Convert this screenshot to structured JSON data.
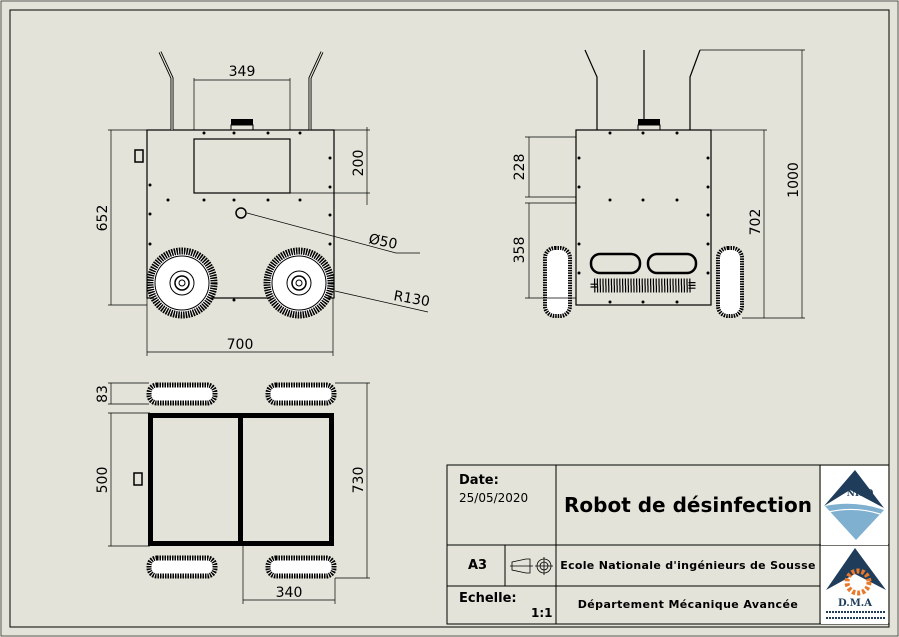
{
  "colors": {
    "background": "#e4e3d9",
    "line": "#000000",
    "logo_blue": "#1f3d5a",
    "logo_light_blue": "#7fb0cf",
    "logo_orange": "#e8782a"
  },
  "dimensions": {
    "front_view": {
      "window_width": "349",
      "height": "652",
      "window_height": "200",
      "width": "700",
      "hole_diameter": "Ø50",
      "wheel_radius": "R130"
    },
    "side_view": {
      "upper": "228",
      "lower": "358",
      "body_height": "702",
      "total_height": "1000"
    },
    "top_view": {
      "wheel_width": "83",
      "frame_width": "500",
      "total_width": "730",
      "half_length": "340"
    }
  },
  "title_block": {
    "date_label": "Date:",
    "date_value": "25/05/2020",
    "title": "Robot de désinfection",
    "sheet_format": "A3",
    "school": "Ecole Nationale d'ingénieurs de Sousse",
    "scale_label": "Echelle:",
    "scale_value": "1:1",
    "department": "Département Mécanique Avancée",
    "logo_top_text": "NISO",
    "logo_bottom_text": "D.M.A"
  }
}
